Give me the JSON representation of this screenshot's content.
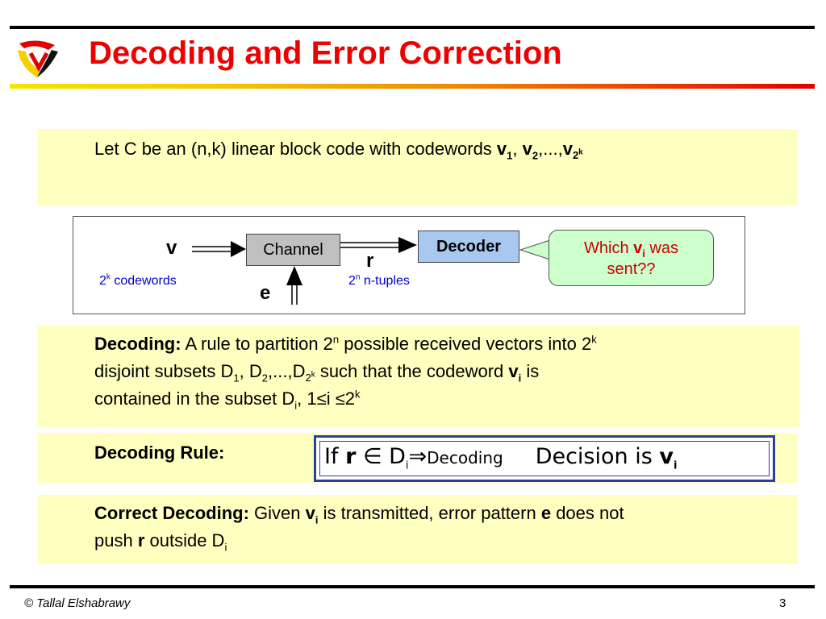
{
  "title": "Decoding and Error Correction",
  "intro": {
    "text": "Let C be an (n,k) linear block code with codewords ",
    "v": "v",
    "sub1": "1",
    "comma": ", ",
    "sub2": "2",
    "dots": ",...,",
    "two": "2",
    "k": "k"
  },
  "diagram": {
    "v_label": "v",
    "codewords_base": "2",
    "codewords_exp": "k",
    "codewords_text": " codewords",
    "channel": "Channel",
    "e_label": "e",
    "r_label": "r",
    "ntuples_base": "2",
    "ntuples_exp": "n",
    "ntuples_text": " n-tuples",
    "decoder": "Decoder",
    "bubble_pre": "Which ",
    "bubble_v": "v",
    "bubble_i": "i",
    "bubble_post": " was",
    "bubble_line2": "sent??"
  },
  "decoding": {
    "heading": "Decoding:",
    "l1a": " A rule to partition 2",
    "n": "n",
    "l1b": " possible received vectors into 2",
    "k": "k",
    "l2a": "disjoint subsets    D",
    "s1": "1",
    "c1": ", D",
    "s2": "2",
    "dots": ",...,D",
    "two": "2",
    "kk": "k",
    "l2b": " such that the codeword ",
    "v": "v",
    "i": "i",
    "l2c": " is",
    "l3a": "contained in the subset D",
    "i2": "i",
    "l3b": ", 1≤i ≤2",
    "k2": "k"
  },
  "rule": {
    "heading": "Decoding Rule:",
    "if": "If ",
    "r": "r",
    "in": " ∈ D",
    "i": "i",
    "implies": "⇒",
    "decoding": "Decoding",
    "decision": "Decision is ",
    "v": "v",
    "i2": "i"
  },
  "correct": {
    "heading": "Correct Decoding:",
    "a": " Given ",
    "v": "v",
    "i": "i",
    "b": " is transmitted, error pattern ",
    "e": "e",
    "c": " does not",
    "d": "push ",
    "r": "r",
    "f": " outside D",
    "i2": "i"
  },
  "footer": {
    "author": "© Tallal Elshabrawy",
    "page": "3"
  }
}
